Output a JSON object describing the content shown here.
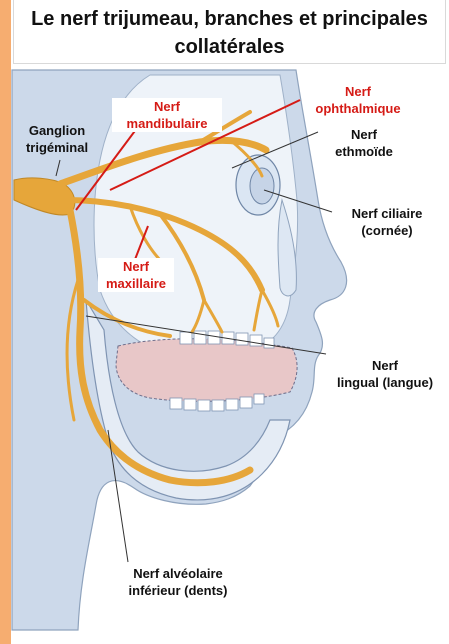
{
  "title": {
    "line1": "Le nerf trijumeau, branches et principales",
    "line2": "collatérales"
  },
  "labels": {
    "ganglion": {
      "line1": "Ganglion",
      "line2": "trigéminal"
    },
    "mandibulaire": {
      "line1": "Nerf",
      "line2": "mandibulaire"
    },
    "ophthalmique": {
      "line1": "Nerf",
      "line2": "ophthalmique"
    },
    "ethmoide": {
      "line1": "Nerf",
      "line2": "ethmoïde"
    },
    "ciliaire": {
      "line1": "Nerf ciliaire",
      "line2": "(cornée)"
    },
    "maxillaire": {
      "line1": "Nerf",
      "line2": "maxillaire"
    },
    "lingual": {
      "line1": "Nerf",
      "line2": "lingual (langue)"
    },
    "alveolaire": {
      "line1": "Nerf alvéolaire",
      "line2": "inférieur (dents)"
    }
  },
  "colors": {
    "accent_bar": "#f6ad70",
    "nerve": "#e6a63a",
    "red_label": "#d51b16",
    "skin": "#ccd9ea",
    "bone": "#eef3f9",
    "tongue": "#e8c7c8"
  }
}
